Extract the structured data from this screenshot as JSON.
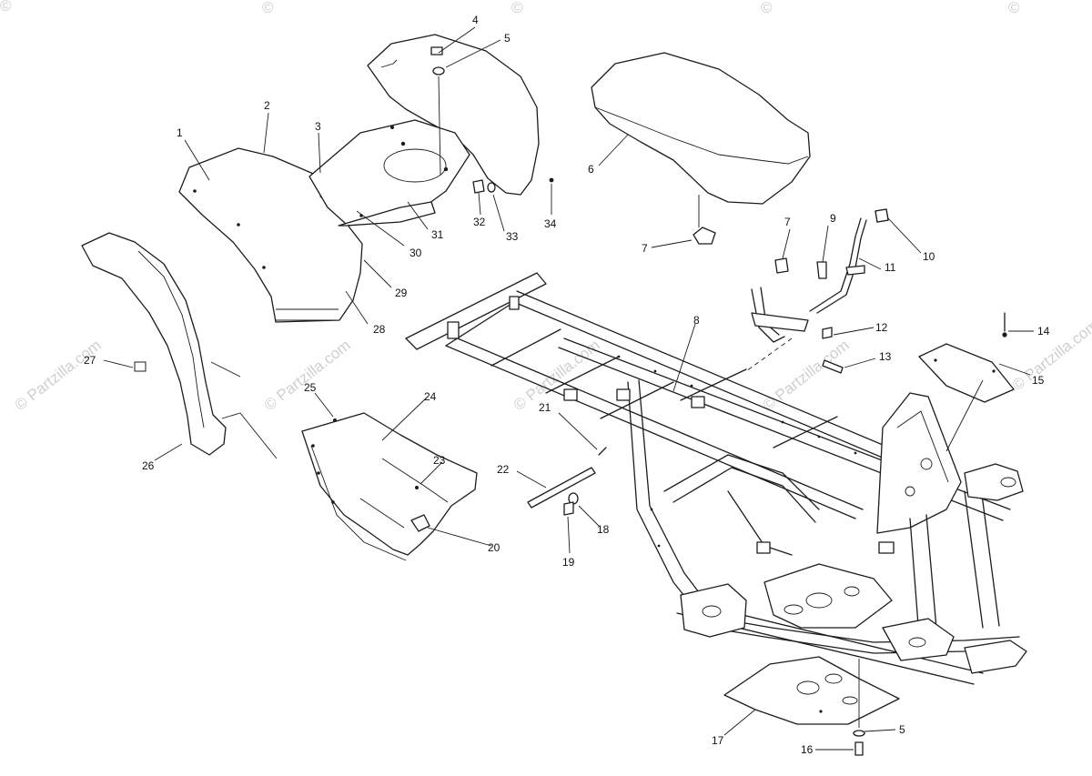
{
  "watermark": {
    "text": "© Partzilla.com",
    "copyright_symbol": "©"
  },
  "callouts": {
    "c1": "1",
    "c2": "2",
    "c3": "3",
    "c4": "4",
    "c5a": "5",
    "c5b": "5",
    "c6": "6",
    "c7a": "7",
    "c7b": "7",
    "c8": "8",
    "c9": "9",
    "c10": "10",
    "c11": "11",
    "c12": "12",
    "c13": "13",
    "c14": "14",
    "c15": "15",
    "c16": "16",
    "c17": "17",
    "c18": "18",
    "c19": "19",
    "c20": "20",
    "c21": "21",
    "c22": "22",
    "c23": "23",
    "c24": "24",
    "c25": "25",
    "c26": "26",
    "c27": "27",
    "c28": "28",
    "c29": "29",
    "c30": "30",
    "c31": "31",
    "c32": "32",
    "c33": "33",
    "c34": "34"
  },
  "colors": {
    "ink": "#1c1c1c",
    "watermark": "#cfcfcf",
    "background": "#ffffff"
  }
}
